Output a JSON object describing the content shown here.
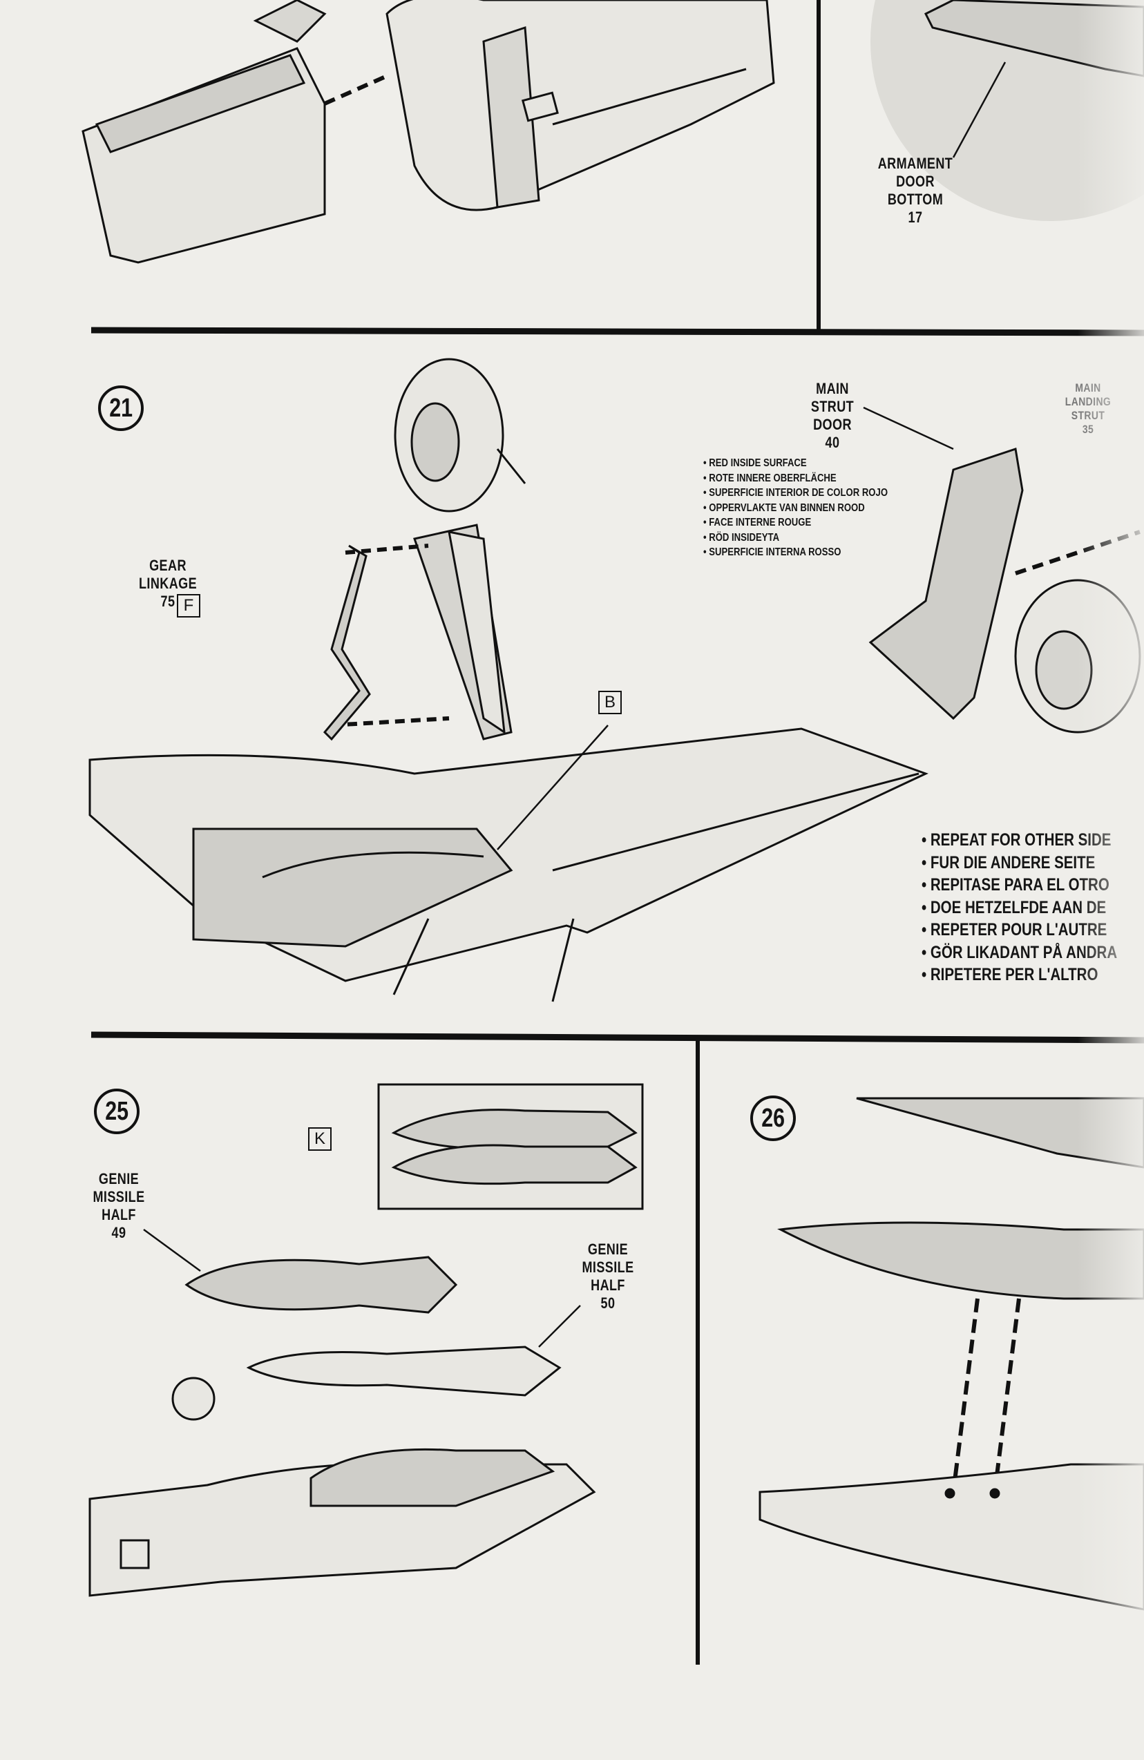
{
  "page": {
    "background": "#efeeea",
    "ink": "#151515"
  },
  "top_right": {
    "label_lines": [
      "ARMAMENT",
      "DOOR",
      "BOTTOM",
      "17"
    ]
  },
  "step21": {
    "number": "21",
    "gear_linkage": {
      "lines": [
        "GEAR",
        "LINKAGE",
        "75"
      ],
      "box": "F"
    },
    "location_box": "B",
    "main_strut_door": {
      "lines": [
        "MAIN",
        "STRUT",
        "DOOR",
        "40"
      ]
    },
    "main_landing_strut": {
      "lines": [
        "MAIN",
        "LANDING",
        "STRUT",
        "35"
      ]
    },
    "surface_notes": [
      "RED INSIDE SURFACE",
      "ROTE INNERE OBERFLÄCHE",
      "SUPERFICIE INTERIOR DE COLOR ROJO",
      "OPPERVLAKTE VAN BINNEN ROOD",
      "FACE INTERNE ROUGE",
      "RÖD INSIDEYTA",
      "SUPERFICIE INTERNA ROSSO"
    ],
    "repeat_notes": [
      "REPEAT FOR OTHER SIDE",
      "FUR DIE ANDERE SEITE",
      "REPITASE PARA EL OTRO",
      "DOE HETZELFDE AAN DE",
      "REPETER POUR L'AUTRE",
      "GÖR LIKADANT PÅ ANDRA",
      "RIPETERE PER L'ALTRO"
    ]
  },
  "step25": {
    "number": "25",
    "parts_box": "K",
    "genie_missile_half_49": {
      "lines": [
        "GENIE",
        "MISSILE",
        "HALF",
        "49"
      ]
    },
    "genie_missile_half_50": {
      "lines": [
        "GENIE",
        "MISSILE",
        "HALF",
        "50"
      ]
    }
  },
  "step26": {
    "number": "26"
  }
}
